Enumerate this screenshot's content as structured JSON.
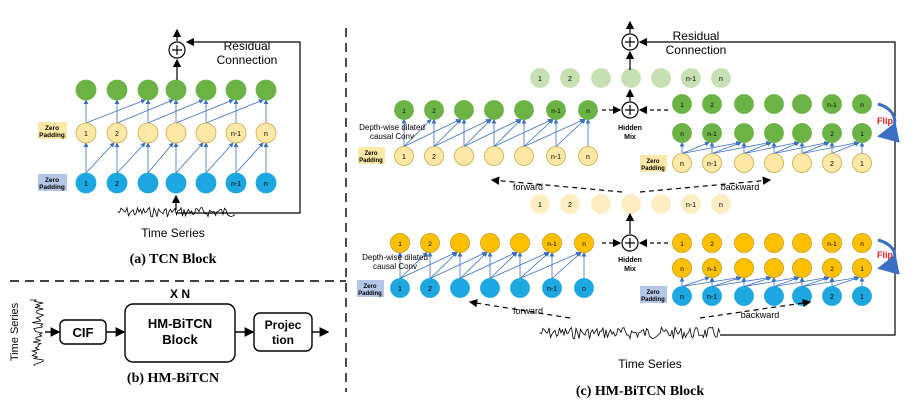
{
  "tcn": {
    "residual": "Residual",
    "connection": "Connection",
    "zero": "Zero",
    "padding": "Padding",
    "hidden_labels": [
      "1",
      "2",
      "",
      "",
      "",
      "n-1",
      "n"
    ],
    "input_labels": [
      "1",
      "2",
      "",
      "",
      "",
      "n-1",
      "n"
    ],
    "time_series": "Time Series",
    "caption": "(a) TCN Block"
  },
  "pipeline": {
    "repeat": "X N",
    "time_series": "Time Series",
    "cif": "CIF",
    "block_line1": "HM-BiTCN",
    "block_line2": "Block",
    "proj_line1": "Projec",
    "proj_line2": "tion",
    "caption": "(b) HM-BiTCN"
  },
  "bitcn": {
    "residual": "Residual",
    "connection": "Connection",
    "hidden": "Hidden",
    "mix": "Mix",
    "zero": "Zero",
    "padding": "Padding",
    "dw_line1": "Depth-wise dilated",
    "dw_line2": "causal Conv",
    "flip": "Flip",
    "forward": "forward",
    "backward": "backward",
    "time_series": "Time Series",
    "caption": "(c) HM-BiTCN Block",
    "fwd_labels": [
      "1",
      "2",
      "",
      "",
      "",
      "n-1",
      "n"
    ],
    "fwd_out_labels": [
      "1",
      "2",
      "",
      "",
      "",
      "n-1",
      "n"
    ],
    "bwd_labels": [
      "n",
      "n-1",
      "",
      "",
      "",
      "2",
      "1"
    ],
    "mix_labels": [
      "1",
      "2",
      "",
      "",
      "",
      "n-1",
      "n"
    ],
    "top_out_left": [
      "1",
      "2",
      "",
      "",
      "",
      "n-1",
      "n"
    ],
    "top_right_upper": [
      "1",
      "2",
      "",
      "",
      "",
      "n-1",
      "n"
    ],
    "top_right_lower": [
      "n",
      "n-1",
      "",
      "",
      "",
      "2",
      "1"
    ],
    "bottom_right_upper": [
      "1",
      "2",
      "",
      "",
      "",
      "n-1",
      "n"
    ],
    "bottom_right_lower": [
      "n",
      "n-1",
      "",
      "",
      "",
      "2",
      "1"
    ]
  },
  "colors": {
    "green": "#6ab344",
    "green_light": "#c6e0b4",
    "blue": "#1da7e0",
    "cream": "#fde8a6",
    "cream_light": "#fdedc2",
    "orange": "#ffc000",
    "arrow_blue": "#3a6fc4",
    "flip_red": "#e02020",
    "pad_blue": "#b4c7e7"
  }
}
